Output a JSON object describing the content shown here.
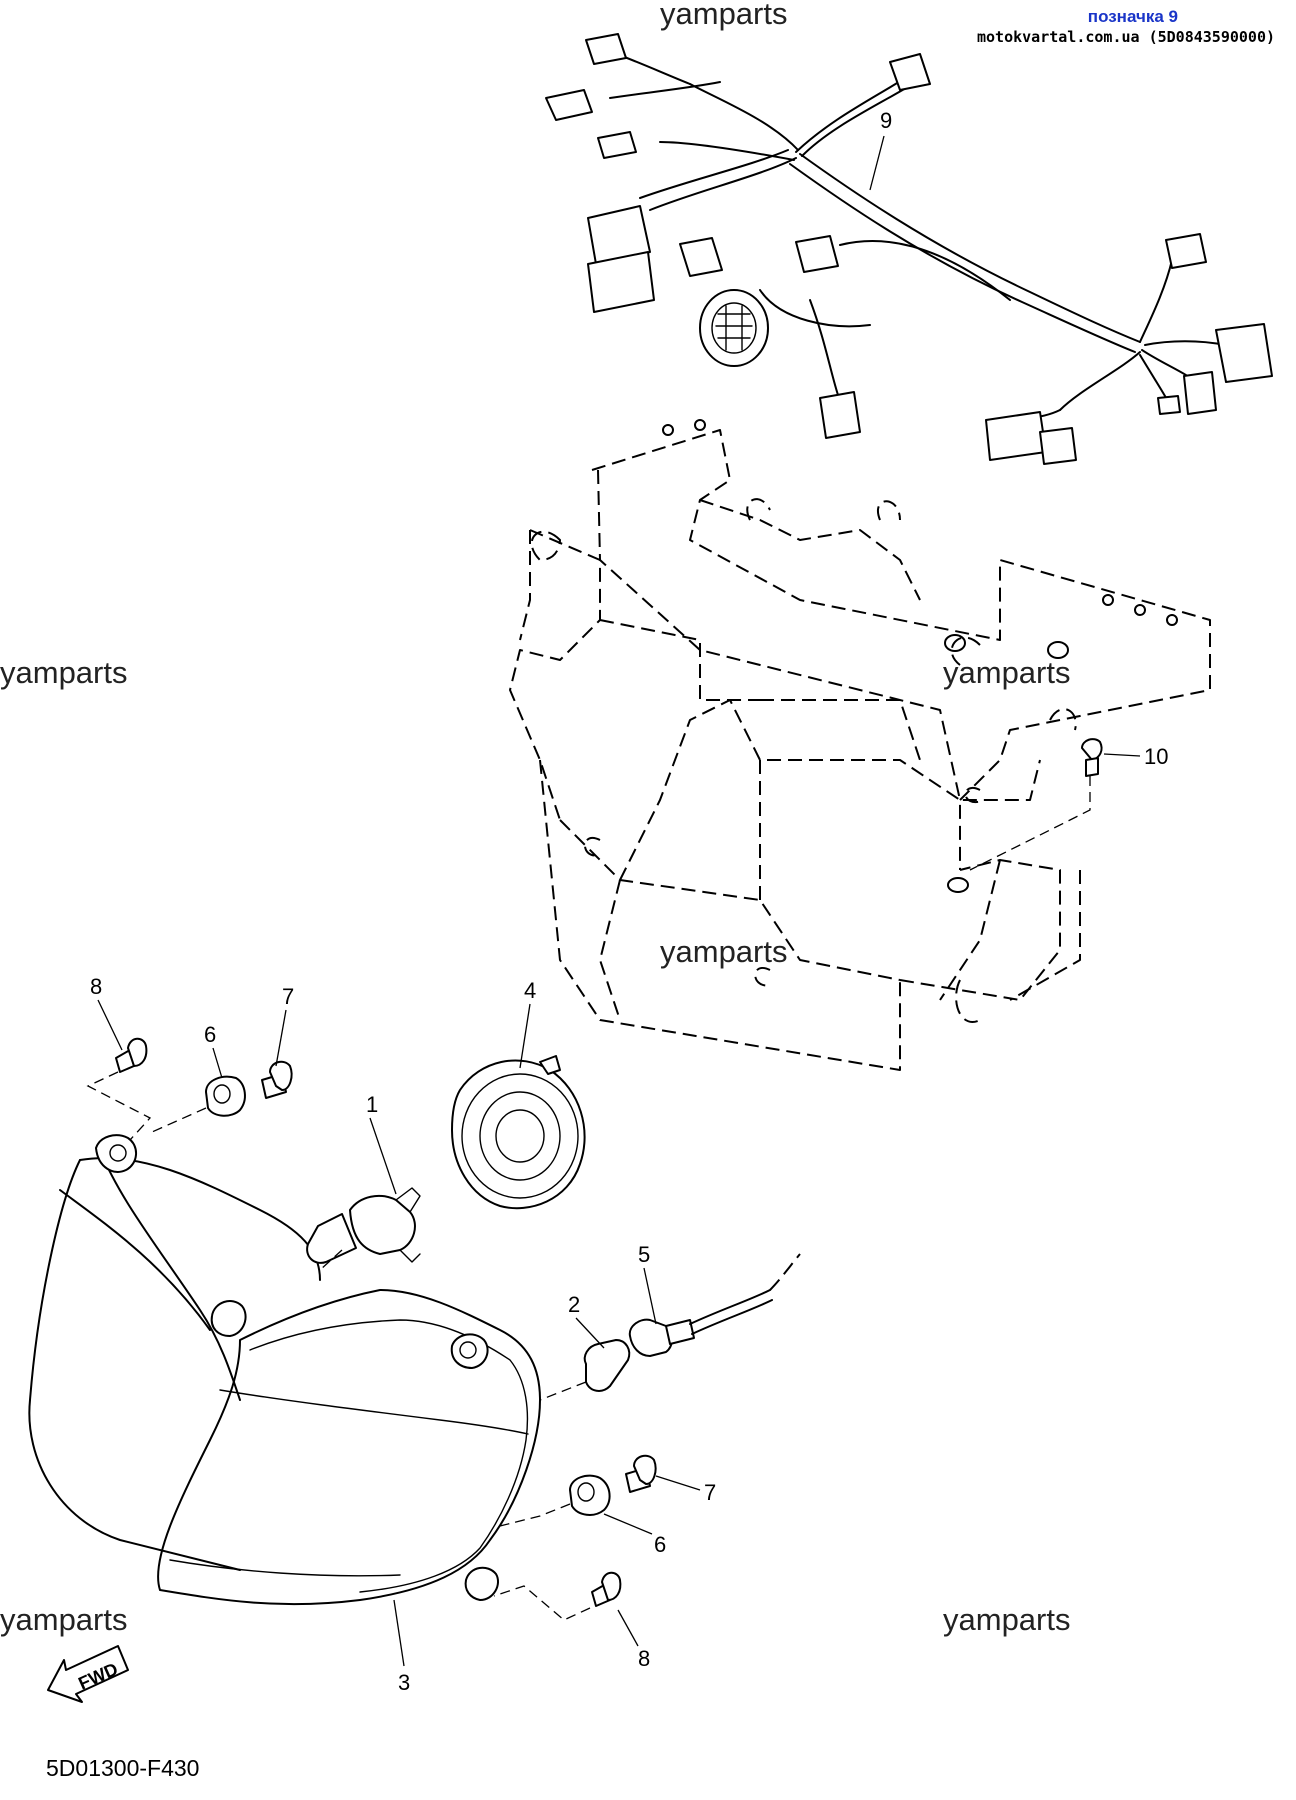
{
  "header": {
    "mark_label": "позначка 9",
    "source_label": "motokvartal.com.ua (5D0843590000)"
  },
  "watermarks": [
    "yamparts",
    "yamparts",
    "yamparts",
    "yamparts",
    "yamparts",
    "yamparts"
  ],
  "callouts": {
    "c1": "1",
    "c2": "2",
    "c3": "3",
    "c4": "4",
    "c5": "5",
    "c6a": "6",
    "c6b": "6",
    "c7a": "7",
    "c7b": "7",
    "c8a": "8",
    "c8b": "8",
    "c9": "9",
    "c10": "10"
  },
  "fwd_label": "FWD",
  "diagram_code": "5D01300-F430"
}
